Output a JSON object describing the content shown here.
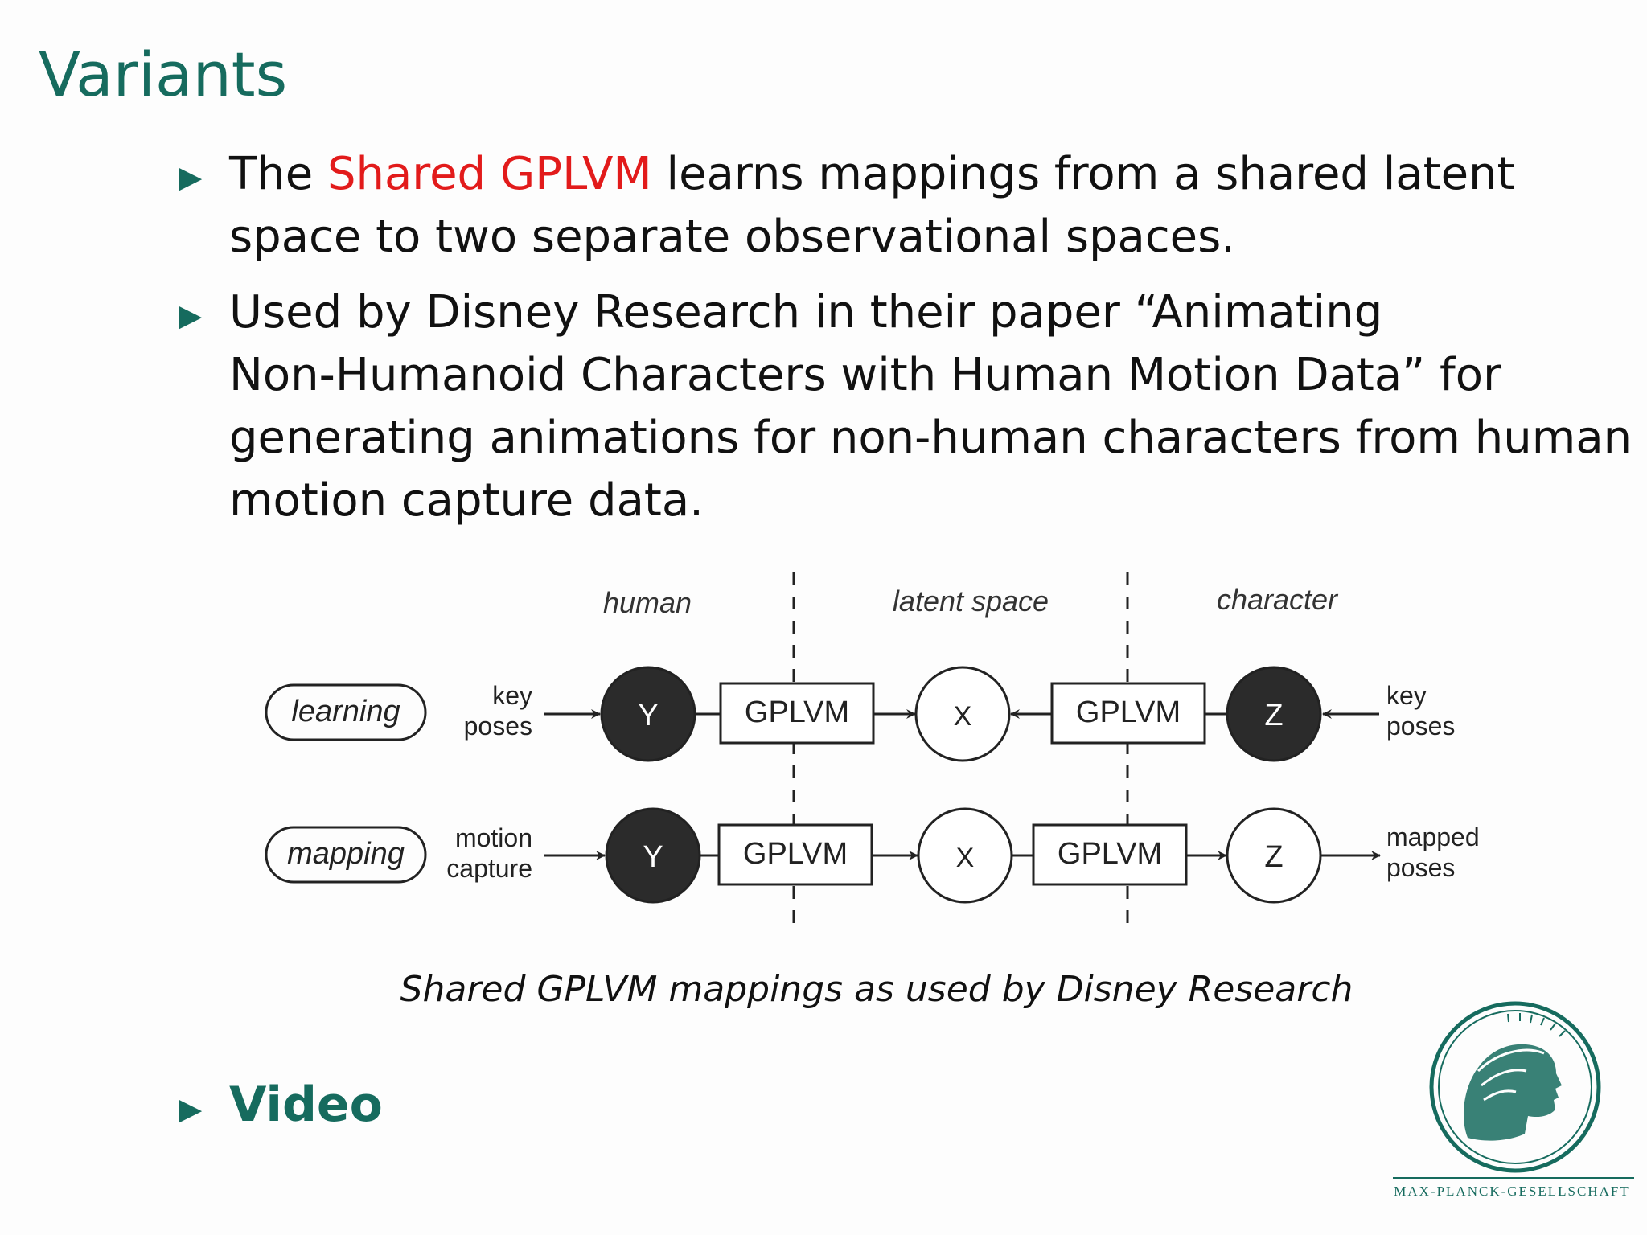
{
  "slide": {
    "title": "Variants",
    "bullets": [
      {
        "pre": "The ",
        "highlight": "Shared GPLVM",
        "line1_post": " learns mappings from a shared latent",
        "line2": "space to two separate observational spaces."
      },
      {
        "lines": [
          "Used by Disney Research in their paper “Animating",
          "Non-Humanoid Characters with Human Motion Data” for",
          "generating animations for non-human characters from human",
          "motion capture data."
        ]
      },
      {
        "label": "Video"
      }
    ],
    "caption": "Shared GPLVM mappings as used by Disney Research",
    "logo_text": "MAX-PLANCK-GESELLSCHAFT"
  },
  "diagram": {
    "headers": {
      "human": "human",
      "latent": "latent space",
      "character": "character"
    },
    "row1": {
      "mode": "learning",
      "input_l1": "key",
      "input_l2": "poses",
      "node_y": "Y",
      "box1": "GPLVM",
      "node_x": "X",
      "box2": "GPLVM",
      "node_z": "Z",
      "output_l1": "key",
      "output_l2": "poses"
    },
    "row2": {
      "mode": "mapping",
      "input_l1": "motion",
      "input_l2": "capture",
      "node_y": "Y",
      "box1": "GPLVM",
      "node_x": "X",
      "box2": "GPLVM",
      "node_z": "Z",
      "output_l1": "mapped",
      "output_l2": "poses"
    }
  },
  "colors": {
    "accent": "#166b5e",
    "highlight": "#e21b1b"
  },
  "icons": {
    "bullet": "triangle-right-icon",
    "logo": "minerva-seal-icon"
  }
}
